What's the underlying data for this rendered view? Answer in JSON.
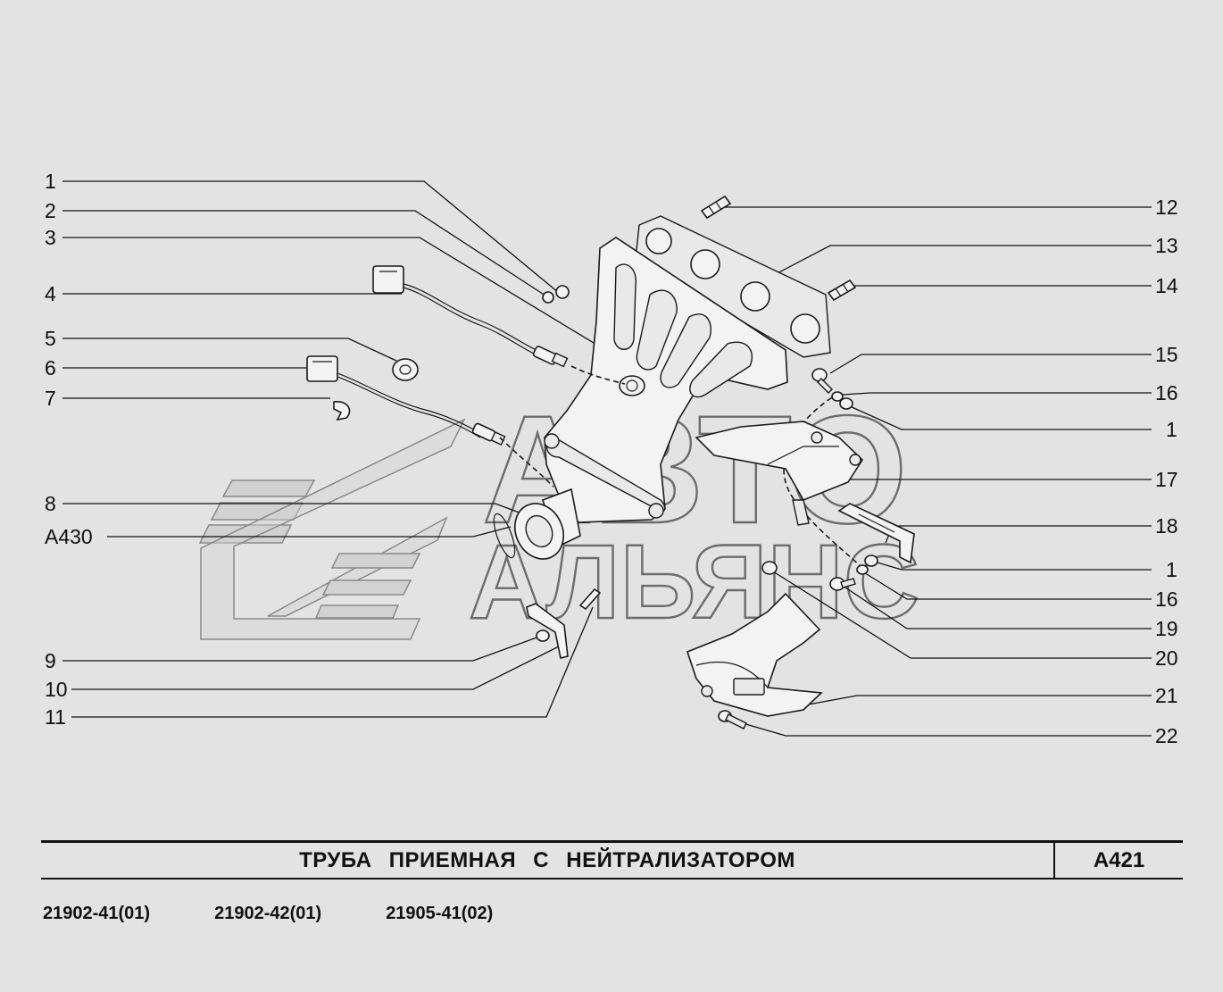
{
  "callouts_left": [
    "1",
    "2",
    "3",
    "4",
    "5",
    "6",
    "7",
    "8",
    "A430",
    "9",
    "10",
    "11"
  ],
  "callouts_right": [
    "12",
    "13",
    "14",
    "15",
    "16",
    "1",
    "17",
    "18",
    "1",
    "16",
    "19",
    "20",
    "21",
    "22"
  ],
  "watermark": {
    "line1": "АВТО",
    "line2": "АЛЬЯНС"
  },
  "title": "ТРУБА ПРИЕМНАЯ С НЕЙТРАЛИЗАТОРОМ",
  "page_code": "А421",
  "models": [
    "21902-41(01)",
    "21902-42(01)",
    "21905-41(02)"
  ]
}
